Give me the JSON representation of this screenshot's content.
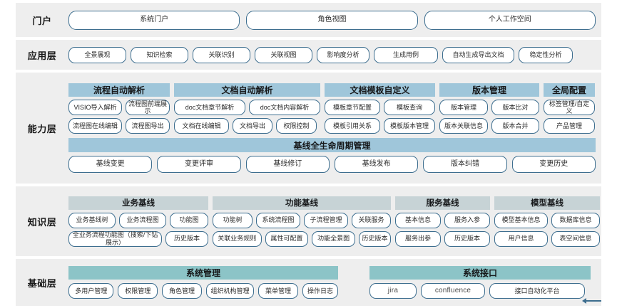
{
  "layers": [
    {
      "id": "portal",
      "label": "门户",
      "items": [
        "系统门户",
        "角色视图",
        "个人工作空间"
      ]
    },
    {
      "id": "application",
      "label": "应用层",
      "items": [
        "全景展现",
        "知识检索",
        "关联识别",
        "关联视图",
        "影响度分析",
        "生成用例",
        "自动生成导出文档",
        "稳定性分析"
      ]
    },
    {
      "id": "capability",
      "label": "能力层",
      "groups": [
        {
          "title": "流程自动解析",
          "rows": [
            [
              "VISIO导入解析",
              "流程图前端展示"
            ],
            [
              "流程图在线编辑",
              "流程图导出"
            ]
          ]
        },
        {
          "title": "文档自动解析",
          "rows": [
            [
              "doc文档章节解析",
              "doc文档内容解析"
            ],
            [
              "文档在线编辑",
              "文档导出",
              "权限控制"
            ]
          ]
        },
        {
          "title": "文档模板自定义",
          "rows": [
            [
              "模板章节配置",
              "模板查询"
            ],
            [
              "模板引用关系",
              "模板版本管理"
            ]
          ]
        },
        {
          "title": "版本管理",
          "rows": [
            [
              "版本管理",
              "版本比对"
            ],
            [
              "版本关联信息",
              "版本合并"
            ]
          ]
        },
        {
          "title": "全局配置",
          "rows": [
            [
              "标签管理/自定义"
            ],
            [
              "产品管理"
            ]
          ]
        }
      ],
      "wide_block": {
        "title": "基线全生命周期管理",
        "items": [
          "基线变更",
          "变更评审",
          "基线修订",
          "基线发布",
          "版本纠错",
          "变更历史"
        ]
      }
    },
    {
      "id": "knowledge",
      "label": "知识层",
      "groups": [
        {
          "title": "业务基线",
          "rows": [
            [
              "业务基线树",
              "业务流程图",
              "功能图"
            ],
            [
              "全业务流程功能图（搜索/下钻展示）",
              "历史版本"
            ]
          ]
        },
        {
          "title": "功能基线",
          "rows": [
            [
              "功能树",
              "系统流程图",
              "子流程管理",
              "关联服务"
            ],
            [
              "关联业务规则",
              "属性可配置",
              "功能全景图",
              "历史版本"
            ]
          ]
        },
        {
          "title": "服务基线",
          "rows": [
            [
              "基本信息",
              "服务入参"
            ],
            [
              "服务出参",
              "历史版本"
            ]
          ]
        },
        {
          "title": "模型基线",
          "rows": [
            [
              "模型基本信息",
              "数据库信息"
            ],
            [
              "用户信息",
              "表空间信息"
            ]
          ]
        }
      ]
    },
    {
      "id": "base",
      "label": "基础层",
      "columns": [
        {
          "title": "系统管理",
          "items": [
            "多用户管理",
            "权限管理",
            "角色管理",
            "组织机构管理",
            "菜单管理",
            "操作日志"
          ]
        },
        {
          "title": "系统接口",
          "items": [
            "jira",
            "confluence",
            "接口自动化平台"
          ]
        }
      ]
    }
  ],
  "colors": {
    "band_background": "#eeeeee",
    "pill_border": "#3d6e8f",
    "group_header_blue": "#9fc6da",
    "group_header_gray": "#c7d3d6",
    "group_header_teal": "#8cc4c7"
  }
}
